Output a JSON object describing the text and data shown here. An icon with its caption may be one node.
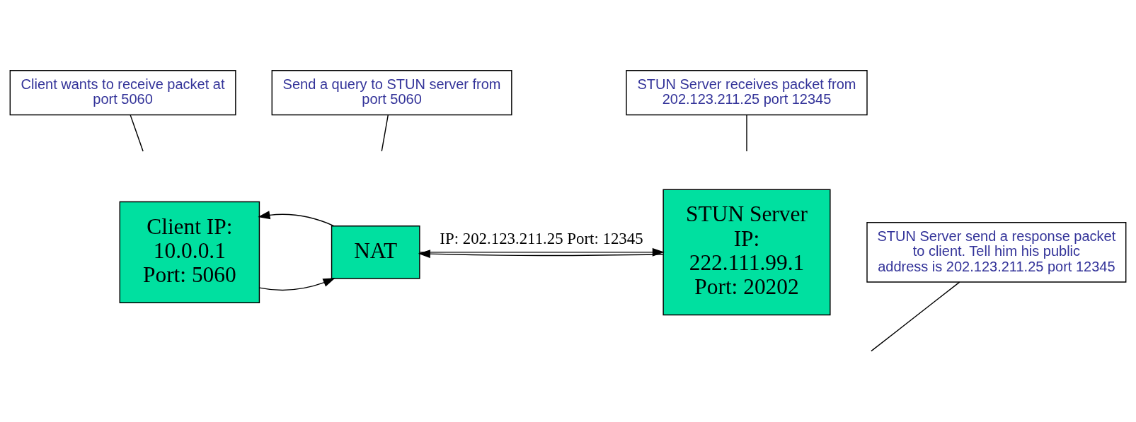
{
  "diagram": {
    "nodes": [
      {
        "text": [
          "Client wants to receive packet at port 5060"
        ]
      },
      {
        "text": [
          "Send a query to STUN server from port 5060"
        ]
      },
      {
        "text": [
          "STUN Server receives packet from 202.123.211.25 port 12345"
        ]
      },
      {
        "text": [
          "Client IP: 10.0.0.1 Port: 5060"
        ]
      },
      {
        "text": [
          "NAT"
        ]
      },
      {
        "text": [
          "STUN Server IP: 222.111.99.1 Port: 20202"
        ]
      },
      {
        "text": [
          "STUN Server send a response packet to client. Tell him his public address is 202.123.211.25 port 12345"
        ]
      }
    ],
    "edges": [
      {
        "from": 3,
        "to": 4,
        "arrow": "to"
      },
      {
        "from": 4,
        "to": 5,
        "arrow": "to",
        "label": "IP: 202.123.211.25 Port: 12345"
      },
      {
        "from": 5,
        "to": 4,
        "arrow": "to"
      },
      {
        "from": 4,
        "to": 3,
        "arrow": "to"
      },
      {
        "from": 0,
        "to": null,
        "arrow": "none"
      },
      {
        "from": 1,
        "to": null,
        "arrow": "none"
      },
      {
        "from": 2,
        "to": null,
        "arrow": "none"
      },
      {
        "from": 6,
        "to": null,
        "arrow": "none"
      }
    ]
  }
}
